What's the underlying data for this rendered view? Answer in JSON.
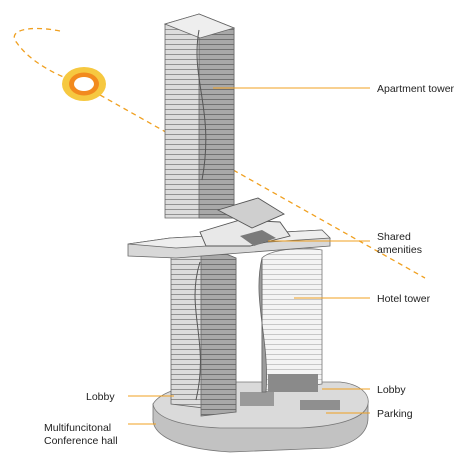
{
  "labels": {
    "apartment_tower": "Apartment tower",
    "shared_amenities_1": "Shared",
    "shared_amenities_2": "amenities",
    "hotel_tower": "Hotel tower",
    "lobby_left": "Lobby",
    "lobby_right": "Lobby",
    "parking": "Parking",
    "conference_1": "Multifuncitonal",
    "conference_2": "Conference hall"
  },
  "colors": {
    "leader": "#f0a020",
    "sun_path": "#f0a020",
    "sun_outer": "#f4c040",
    "sun_inner": "#f08a20",
    "tower_face_light": "#e2e2e2",
    "tower_face_dark": "#9a9a9a",
    "tower_stripe": "#7c7c7c",
    "hotel_face": "#f2f2f2",
    "podium_top": "#d4d4d4",
    "podium_side": "#c0c0c0"
  }
}
